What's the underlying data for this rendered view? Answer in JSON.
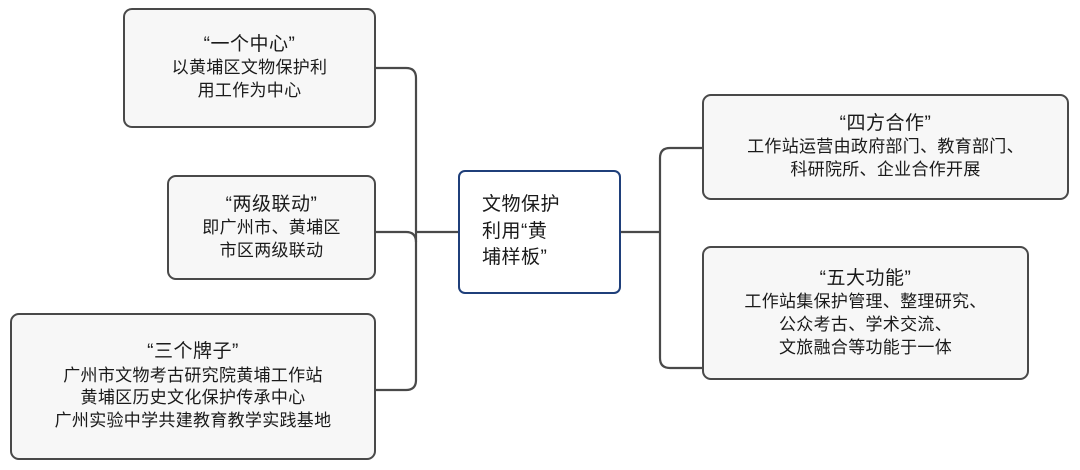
{
  "diagram": {
    "type": "mind-map",
    "orientation": "horizontal-double-sided",
    "center": {
      "name": "cultural-relic-model",
      "lines": [
        "文物保护",
        "利用“黄",
        "埔样板”"
      ],
      "border_color": "#1f3f7a"
    },
    "left_branches": [
      {
        "name": "one-center",
        "title": "“一个中心”",
        "lines": [
          "以黄埔区文物保护利",
          "用工作为中心"
        ]
      },
      {
        "name": "two-level-linkage",
        "title": "“两级联动”",
        "lines": [
          "即广州市、黄埔区",
          "市区两级联动"
        ]
      },
      {
        "name": "three-plaques",
        "title": "“三个牌子”",
        "lines": [
          "广州市文物考古研究院黄埔工作站",
          "黄埔区历史文化保护传承中心",
          "广州实验中学共建教育教学实践基地"
        ]
      }
    ],
    "right_branches": [
      {
        "name": "four-party-cooperation",
        "title": "“四方合作”",
        "lines": [
          "工作站运营由政府部门、教育部门、",
          "科研院所、企业合作开展"
        ]
      },
      {
        "name": "five-functions",
        "title": "“五大功能”",
        "lines": [
          "工作站集保护管理、整理研究、",
          "公众考古、学术交流、",
          "文旅融合等功能于一体"
        ]
      }
    ],
    "colors": {
      "node_border": "#494949",
      "node_fill": "#f7f7f7",
      "center_border": "#1f3f7a",
      "connector": "#494949",
      "text": "#1a1a1a",
      "background": "#ffffff"
    }
  }
}
